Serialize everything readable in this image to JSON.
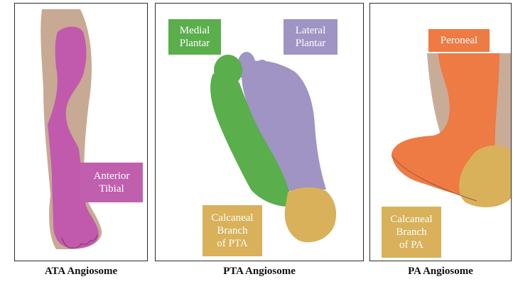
{
  "panels": {
    "ata": {
      "caption": "ATA Angiosome",
      "label_line1": "Anterior",
      "label_line2": "Tibial",
      "label_color": "#c04fb0"
    },
    "pta": {
      "caption": "PTA Angiosome",
      "medial_line1": "Medial",
      "medial_line2": "Plantar",
      "medial_color": "#5aae4c",
      "lateral_line1": "Lateral",
      "lateral_line2": "Plantar",
      "lateral_color": "#9f94c4",
      "calc_line1": "Calcaneal",
      "calc_line2": "Branch",
      "calc_line3": "of PTA",
      "calc_color": "#d9b15a"
    },
    "pa": {
      "caption": "PA Angiosome",
      "peroneal_label": "Peroneal",
      "peroneal_color": "#ee7a44",
      "calc_line1": "Calcaneal",
      "calc_line2": "Branch",
      "calc_line3": "of PA",
      "calc_color": "#d9b15a"
    }
  }
}
